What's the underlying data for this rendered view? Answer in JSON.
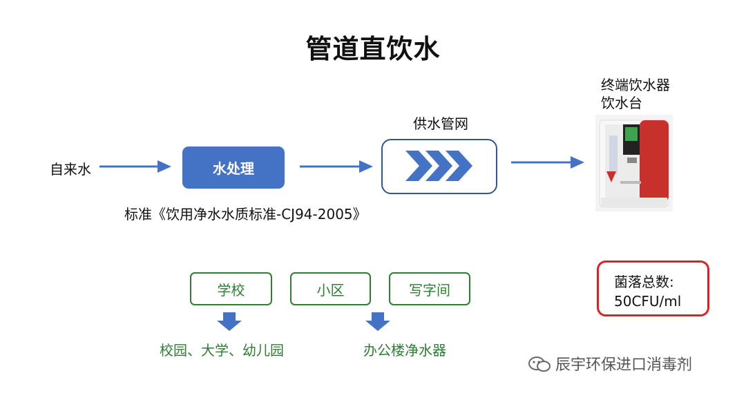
{
  "title": "管道直饮水",
  "flow": {
    "source": "自来水",
    "treatment": "水处理",
    "network": "供水管网",
    "terminal_line1": "终端饮水器",
    "terminal_line2": "饮水台",
    "standard": "标准《饮用净水水质标准-CJ94-2005》"
  },
  "applications": {
    "school": "学校",
    "community": "小区",
    "office": "写字间",
    "school_result": "校园、大学、幼儿园",
    "office_result": "办公楼净水器"
  },
  "bacteria": {
    "line1": "菌落总数:",
    "line2": "50CFU/ml"
  },
  "watermark": "辰宇环保进口消毒剂",
  "colors": {
    "arrow_blue": "#4472c4",
    "box_blue": "#4472c4",
    "network_border": "#2f5597",
    "green": "#2e7d32",
    "red": "#e02020"
  }
}
